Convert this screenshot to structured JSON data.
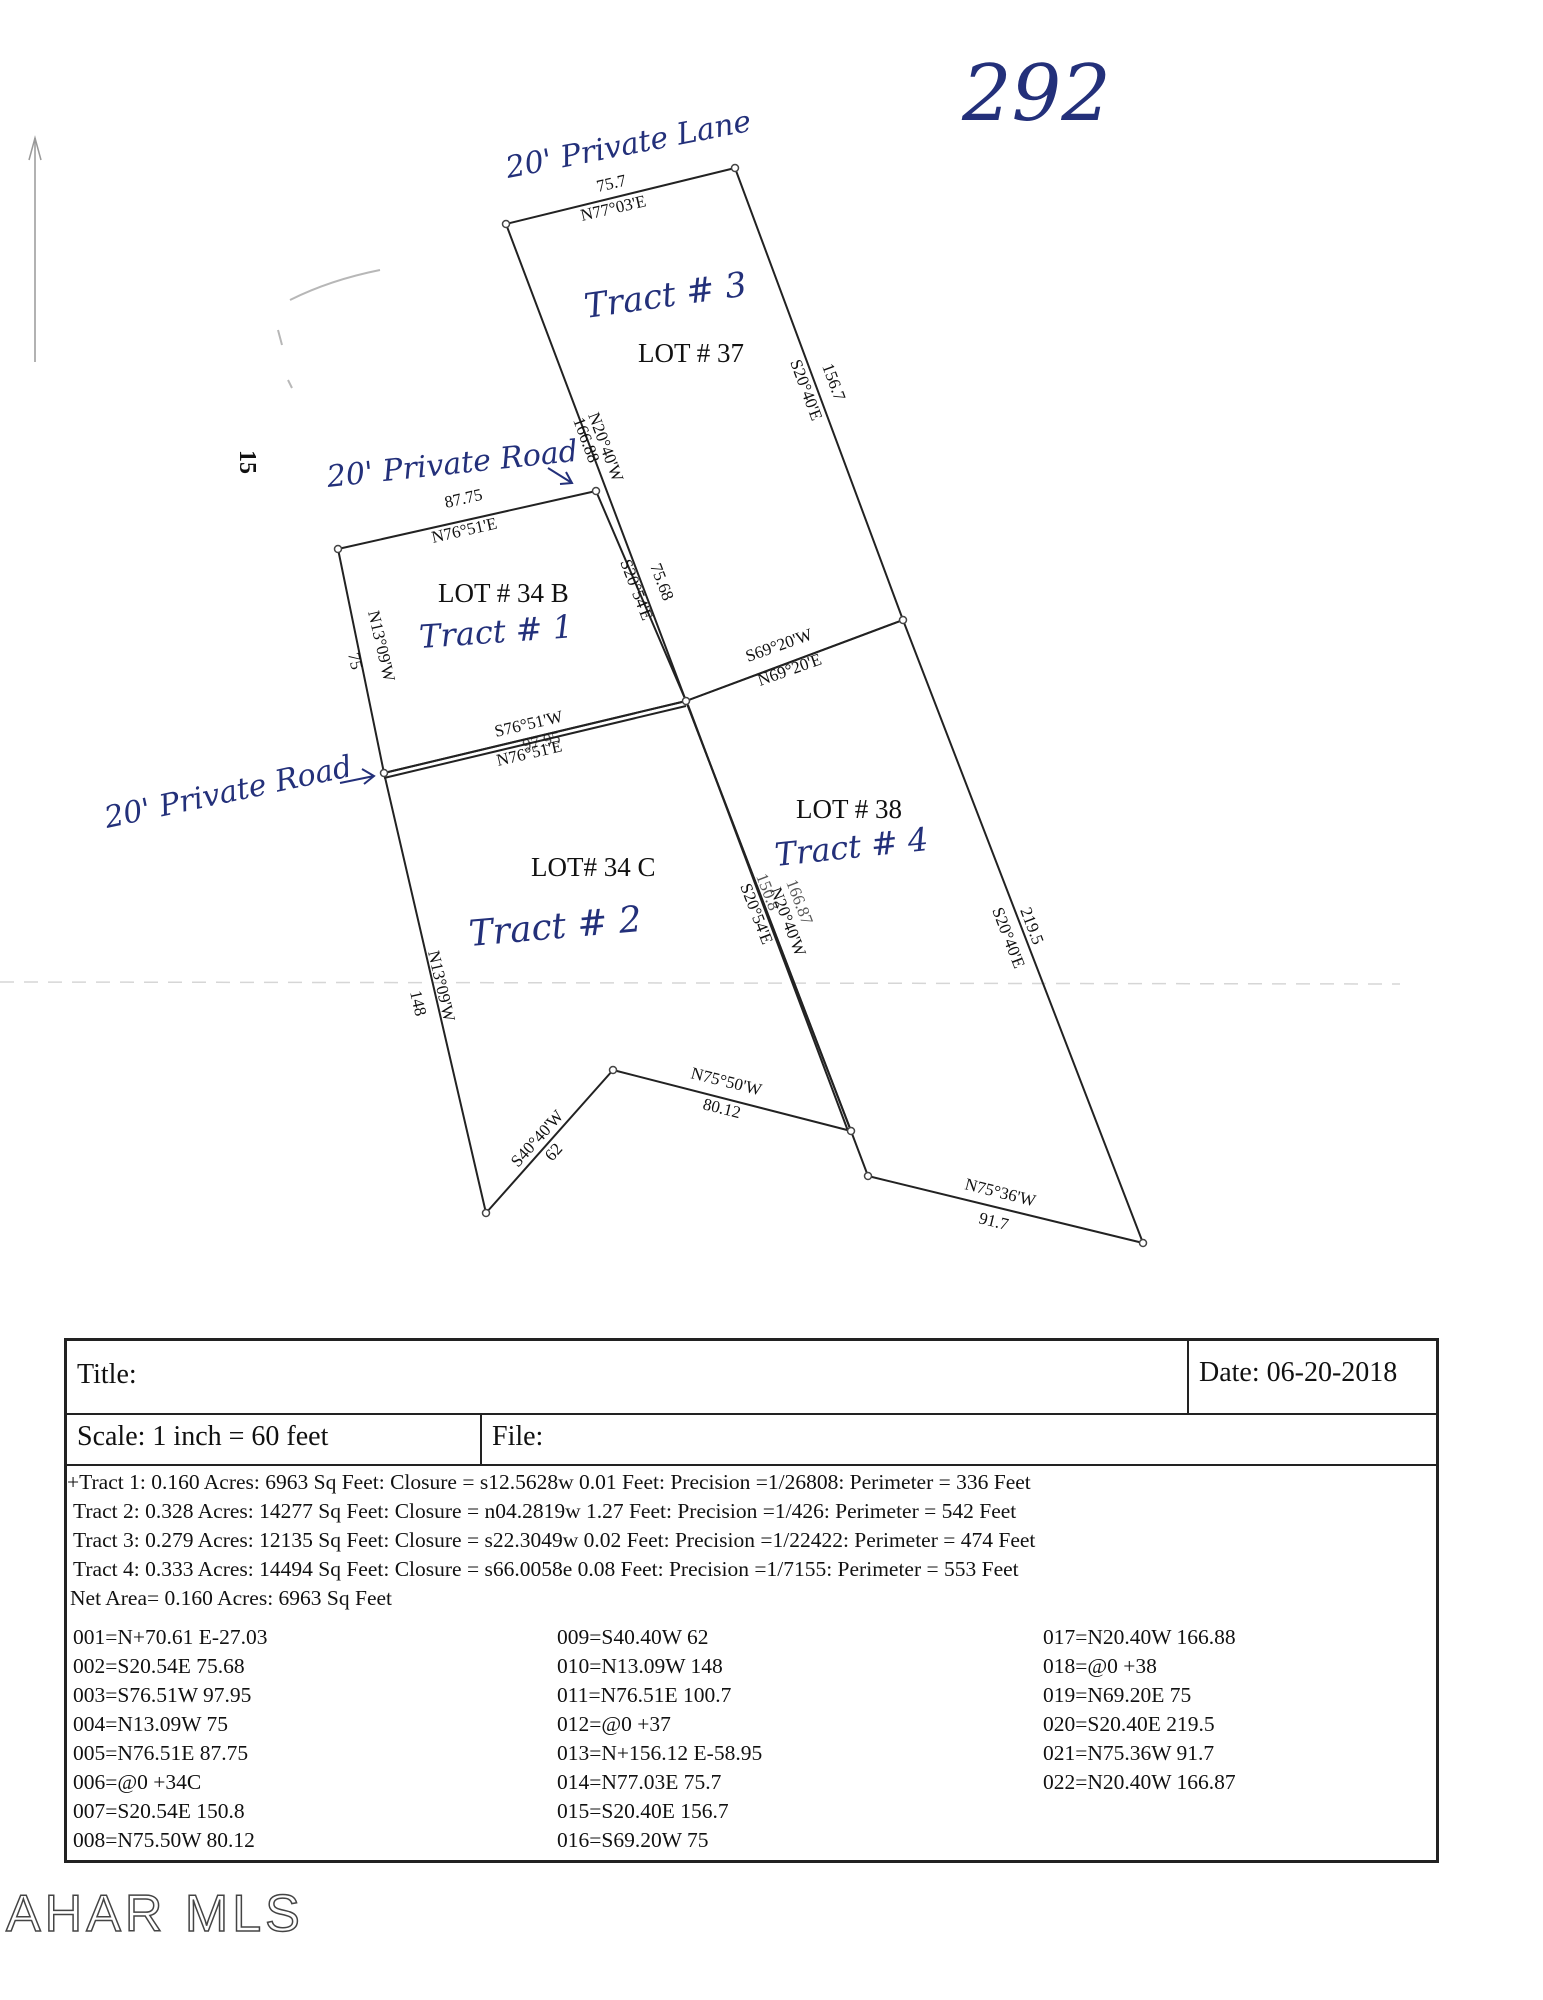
{
  "page_number": "292",
  "roads": {
    "lane": "20' Private Lane",
    "road_top": "20' Private Road",
    "road_left": "20' Private Road",
    "margin_mark": "15"
  },
  "lots": {
    "lot37": "LOT # 37",
    "tract3": "Tract # 3",
    "lot34b": "LOT # 34 B",
    "tract1": "Tract # 1",
    "lot34c": "LOT# 34 C",
    "tract2": "Tract # 2",
    "lot38": "LOT # 38",
    "tract4": "Tract # 4"
  },
  "dims": {
    "top_len": "75.7",
    "top_brg": "N77°03'E",
    "right_upper_len": "156.7",
    "right_upper_brg": "S20°40'E",
    "mid_left_brg": "N20°40'W",
    "mid_left_len": "166.88",
    "lot34b_top_len": "87.75",
    "lot34b_top_brg": "N76°51'E",
    "lot34b_right_brg": "S20°54'E",
    "lot34b_right_len": "75.68",
    "lot34b_left_brg": "N13°09'W",
    "lot34b_left_len": "75",
    "div1_brg_a": "S69°20'W",
    "div1_brg_b": "N69°20'E",
    "div2_brg_a": "S76°51'W",
    "div2_brg_b": "N76°51'E",
    "div2_len": "97.95",
    "lot34c_left_brg": "N13°09'W",
    "lot34c_left_len": "148",
    "lot34c_right_brg": "S20°54'E",
    "lot34c_right_len": "150.8",
    "lot38_left_brg": "N20°40'W",
    "lot38_left_len": "166.87",
    "lot38_right_brg": "S20°40'E",
    "lot38_right_len": "219.5",
    "bottom1_brg": "S40°40'W",
    "bottom1_len": "62",
    "bottom2_brg": "N75°50'W",
    "bottom2_len": "80.12",
    "bottom3_brg": "N75°36'W",
    "bottom3_len": "91.7"
  },
  "info": {
    "title_label": "Title:",
    "date_label": "Date: 06-20-2018",
    "scale_label": "Scale: 1 inch = 60 feet",
    "file_label": "File:",
    "summary": [
      "+Tract 1:  0.160 Acres:  6963 Sq Feet: Closure = s12.5628w 0.01 Feet:  Precision =1/26808:  Perimeter = 336 Feet",
      "  Tract 2:  0.328 Acres:  14277 Sq Feet: Closure = n04.2819w 1.27 Feet:  Precision =1/426:  Perimeter = 542 Feet",
      "  Tract 3:  0.279 Acres:  12135 Sq Feet: Closure = s22.3049w 0.02 Feet:  Precision =1/22422:  Perimeter = 474 Feet",
      "  Tract 4:  0.333 Acres:  14494 Sq Feet: Closure = s66.0058e 0.08 Feet:  Precision =1/7155:  Perimeter = 553 Feet",
      " Net Area=  0.160 Acres:  6963 Sq Feet"
    ],
    "calls_col1": [
      "001=N+70.61 E-27.03",
      "002=S20.54E 75.68",
      "003=S76.51W 97.95",
      "004=N13.09W 75",
      "005=N76.51E 87.75",
      "006=@0 +34C",
      "007=S20.54E 150.8",
      "008=N75.50W 80.12"
    ],
    "calls_col2": [
      "009=S40.40W 62",
      "010=N13.09W 148",
      "011=N76.51E 100.7",
      "012=@0 +37",
      "013=N+156.12 E-58.95",
      "014=N77.03E 75.7",
      "015=S20.40E 156.7",
      "016=S69.20W 75"
    ],
    "calls_col3": [
      "017=N20.40W 166.88",
      "018=@0 +38",
      "019=N69.20E 75",
      "020=S20.40E 219.5",
      "021=N75.36W 91.7",
      "022=N20.40W 166.87"
    ]
  },
  "watermark": "AHAR MLS"
}
